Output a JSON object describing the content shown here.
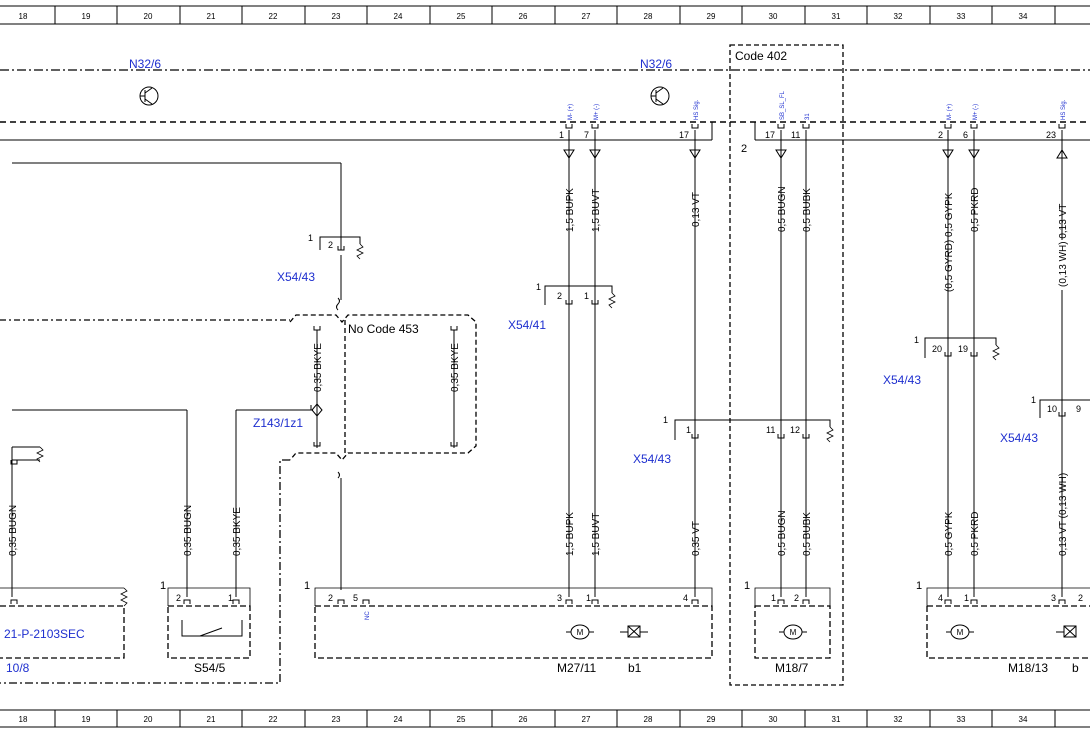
{
  "ruler_numbers": [
    "18",
    "19",
    "20",
    "21",
    "22",
    "23",
    "24",
    "25",
    "26",
    "27",
    "28",
    "29",
    "30",
    "31",
    "32",
    "33",
    "34"
  ],
  "colors": {
    "line": "#000000",
    "component_label": "#1e2fcf"
  },
  "modules": {
    "n32_left": "N32/6",
    "n32_right": "N32/6",
    "code_box": "Code 402",
    "no_code_box": "No Code 453"
  },
  "signals": {
    "m_minus_1": "M- (+)",
    "m_plus_1": "M+ (-)",
    "hs_sig_1": "HS Sig.",
    "sb_sl_fl": "SB_SL_FL",
    "s31": "31",
    "m_minus_2": "M- (+)",
    "m_plus_2": "M+ (-)",
    "hs_sig_2": "HS Sig."
  },
  "pins": {
    "p1": "1",
    "p7": "7",
    "p17a": "17",
    "p17b": "17",
    "p11": "11",
    "p2": "2",
    "p6": "6",
    "p23": "23",
    "pin2_label": "2"
  },
  "wires": {
    "w1": "1,5 BUPK",
    "w2": "1,5 BUVT",
    "w3": "0,13 VT",
    "w4": "0,5 BUGN",
    "w5": "0,5 BUBK",
    "w6": "(0,5 GYRD) 0,5 GYPK",
    "w7": "0,5 PKRD",
    "w8": "(0,13 WH) 0,13 VT",
    "w9": "0,35 BKYE",
    "w10": "0,35 BKYE",
    "l1": "1,5 BUPK",
    "l2": "1,5 BUVT",
    "l3": "0,35 VT",
    "l4": "0,5 BUGN",
    "l5": "0,5 BUBK",
    "l6": "0,5 GYPK",
    "l7": "0,5 PKRD",
    "l8": "0,13 VT (0,13 WH)",
    "l9": "0,35 BUGN",
    "l10": "0,35 BUGN",
    "l11": "0,35 BKYE"
  },
  "connectors": {
    "x5443a": {
      "name": "X54/43",
      "num": "1",
      "pin": "2"
    },
    "x5441": {
      "name": "X54/41",
      "num": "1",
      "pin_a": "2",
      "pin_b": "1"
    },
    "x5443b": {
      "name": "X54/43",
      "num": "1",
      "pin_a": "20",
      "pin_b": "19"
    },
    "x5443c": {
      "name": "X54/43",
      "num": "1",
      "pin_a": "10",
      "pin_b": "9"
    },
    "x5443d": {
      "name": "X54/43",
      "num": "1",
      "pin_a": "1",
      "pin_b": "11",
      "pin_c": "12"
    },
    "z143": "Z143/1z1"
  },
  "components": {
    "m27": {
      "name": "M27/11",
      "sub": "b1",
      "num": "1",
      "pins": [
        "2",
        "5",
        "3",
        "1",
        "4"
      ],
      "nc": "NC"
    },
    "m187": {
      "name": "M18/7",
      "num": "1",
      "pins": [
        "1",
        "2"
      ]
    },
    "m1813": {
      "name": "M18/13",
      "sub": "b",
      "num": "1",
      "pins": [
        "4",
        "1",
        "3",
        "2"
      ]
    },
    "s54": {
      "name": "S54/5",
      "num": "1",
      "pins": [
        "2",
        "1"
      ]
    },
    "left_module": {
      "name": "21-P-2103SEC",
      "ref": "10/8"
    }
  }
}
